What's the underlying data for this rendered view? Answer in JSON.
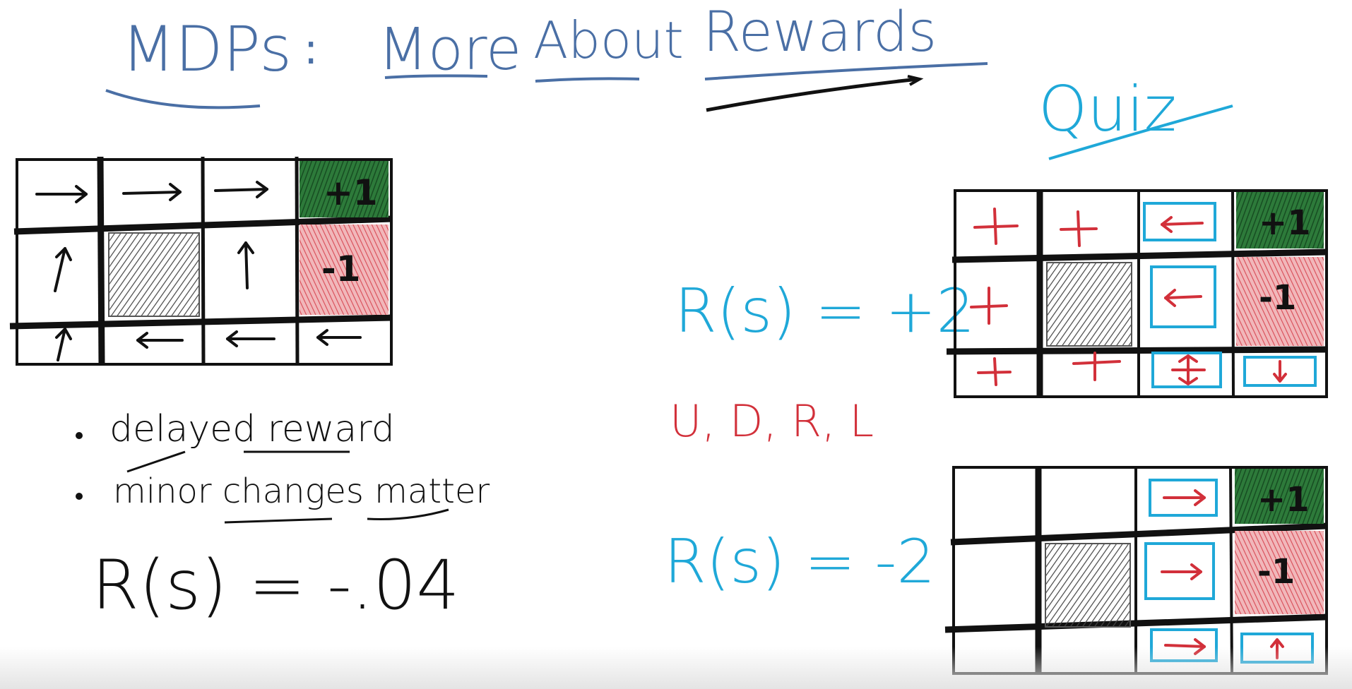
{
  "colors": {
    "title_blue": "#4a6fa5",
    "cyan": "#1fa8d8",
    "red": "#d2303a",
    "dark_green": "#1f5c2a",
    "red_fill": "#e58a8f",
    "ink": "#111111",
    "gray": "#8a8a8a"
  },
  "title": {
    "part1": "MDPs",
    "colon": ":",
    "part2": "More",
    "part3": "About",
    "part4": "Rewards"
  },
  "quiz_label": "Quiz",
  "main_grid": {
    "goal_label": "+1",
    "pit_label": "-1",
    "policy_icons": [
      [
        "arrow-right-icon",
        "arrow-right-icon",
        "arrow-right-icon",
        "goal"
      ],
      [
        "arrow-up-icon",
        "wall",
        "arrow-up-icon",
        "pit"
      ],
      [
        "arrow-up-icon",
        "arrow-left-icon",
        "arrow-left-icon",
        "arrow-left-icon"
      ]
    ]
  },
  "notes": {
    "bullet1": "delayed reward",
    "bullet2": "minor changes matter",
    "reward_eq": "R(s) = -.04"
  },
  "quiz1": {
    "reward_eq": "R(s) = +2",
    "goal_label": "+1",
    "pit_label": "-1",
    "cells": [
      [
        "+",
        "+",
        "arrow-left-icon",
        "goal"
      ],
      [
        "+",
        "wall",
        "arrow-left-icon",
        "pit"
      ],
      [
        "+",
        "+",
        "arrow-any-icon",
        "arrow-down-icon"
      ]
    ]
  },
  "actions_text": "U, D, R, L",
  "quiz2": {
    "reward_eq": "R(s) = -2",
    "goal_label": "+1",
    "pit_label": "-1",
    "cells": [
      [
        "",
        "",
        "arrow-right-icon",
        "goal"
      ],
      [
        "",
        "wall",
        "arrow-right-icon",
        "pit"
      ],
      [
        "",
        "",
        "arrow-right-icon",
        "arrow-up-icon"
      ]
    ]
  }
}
